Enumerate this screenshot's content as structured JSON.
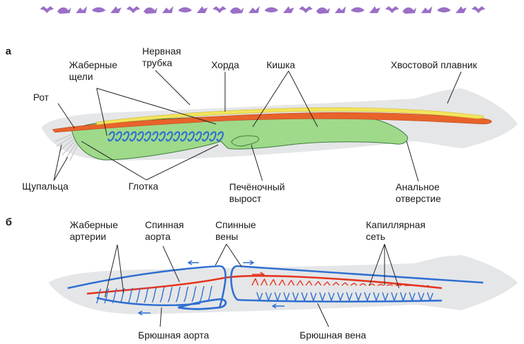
{
  "decor": {
    "band_color": "#9b6fc7",
    "band_icons": "animal-silhouettes"
  },
  "colors": {
    "body": "#e5e6e8",
    "nerve_tube": "#f2e55c",
    "notochord": "#e8632b",
    "gut": "#9fd98a",
    "gut_outline": "#3a7d3a",
    "artery": "#e5341f",
    "vein": "#2f6fd1",
    "pointer": "#222222"
  },
  "panel_a": {
    "letter": "а",
    "labels": {
      "gill_slits": [
        "Жаберные",
        "щели"
      ],
      "nerve_tube": [
        "Нервная",
        "трубка"
      ],
      "notochord": "Хорда",
      "gut": "Кишка",
      "tail_fin": "Хвостовой плавник",
      "mouth": "Рот",
      "tentacles": "Щупальца",
      "pharynx": "Глотка",
      "liver_outgrowth": [
        "Печёночный",
        "вырост"
      ],
      "anus": [
        "Анальное",
        "отверстие"
      ]
    }
  },
  "panel_b": {
    "letter": "б",
    "labels": {
      "gill_arteries": [
        "Жаберные",
        "артерии"
      ],
      "dorsal_aorta": [
        "Спинная",
        "аорта"
      ],
      "dorsal_veins": [
        "Спинные",
        "вены"
      ],
      "capillary_net": [
        "Капиллярная",
        "сеть"
      ],
      "ventral_aorta": "Брюшная аорта",
      "ventral_vein": "Брюшная вена"
    }
  }
}
